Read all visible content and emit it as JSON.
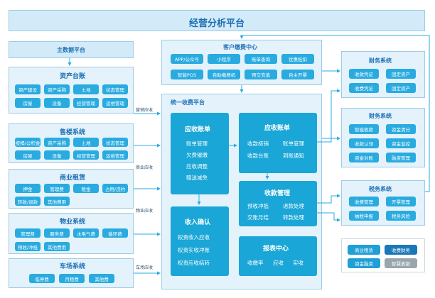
{
  "title": "经营分析平台",
  "master_data": "主数据平台",
  "asset": {
    "title": "资产台账",
    "chips": [
      "资产建设",
      "资产采购",
      "土地",
      "状态管理",
      "房屋",
      "设备",
      "经营管理",
      "运维管理"
    ]
  },
  "sales": {
    "title": "售楼系统",
    "chips": [
      "按揭/公积金",
      "资产采购",
      "土地",
      "状态管理",
      "房屋",
      "设备",
      "经营管理",
      "运维管理"
    ]
  },
  "rental": {
    "title": "商业租赁",
    "chips": [
      "押金",
      "管理费",
      "租金",
      "占用/违约",
      "转款/退款",
      "其他费用"
    ]
  },
  "property": {
    "title": "物业系统",
    "chips": [
      "管理费",
      "服务费",
      "水电气费",
      "循环费",
      "预收/冲抵",
      "其他费用"
    ]
  },
  "parking": {
    "title": "车场系统",
    "chips": [
      "临停费",
      "月租费",
      "其他费"
    ]
  },
  "side_labels": [
    "营销应收",
    "商业应收",
    "物业应收",
    "车场应收"
  ],
  "customer": {
    "title": "客户缴费中心",
    "row1": [
      "APP/公众号",
      "小程序",
      "账单查询",
      "优惠抵扣"
    ],
    "row2": [
      "智能POS",
      "自助缴费机",
      "预交充值",
      "自主开票"
    ]
  },
  "unified": {
    "title": "统一收费平台",
    "receivable_bill": {
      "title": "应收账单",
      "items": [
        "账单管理",
        "欠费催缴",
        "应收调整",
        "赠送减免"
      ]
    },
    "revenue_confirm": {
      "title": "收入确认",
      "items": [
        "权责收入应收",
        "权责实收冲账",
        "权责应收结转"
      ]
    },
    "collect_bill": {
      "title": "应收账单",
      "items": [
        "收款核销",
        "账单管理",
        "收款台账",
        "到账通知"
      ]
    },
    "collect_mgmt": {
      "title": "收款管理",
      "items": [
        "预收冲抵",
        "退款处理",
        "交账月结",
        "转款处理"
      ]
    },
    "report": {
      "title": "报表中心",
      "items": [
        "收缴率",
        "应收",
        "实收"
      ]
    }
  },
  "finance1": {
    "title": "财务系统",
    "chips": [
      "收款凭证",
      "固定资产",
      "收费凭证",
      "固定资产"
    ]
  },
  "finance2": {
    "title": "财务系统",
    "chips": [
      "智能收款",
      "资金清分",
      "收款认领",
      "资金监控",
      "资金对账",
      "融资管理"
    ]
  },
  "tax": {
    "title": "税务系统",
    "chips": [
      "收费管理",
      "开票管理",
      "纳税申报",
      "税务风险"
    ]
  },
  "legend": [
    "商业租赁",
    "收费财务",
    "资金融资",
    "智慧收银"
  ],
  "colors": {
    "chip": "#29abe0",
    "dark": "#1aa6d6",
    "panel": "#e3f2fb",
    "title": "#1c6fb5"
  }
}
